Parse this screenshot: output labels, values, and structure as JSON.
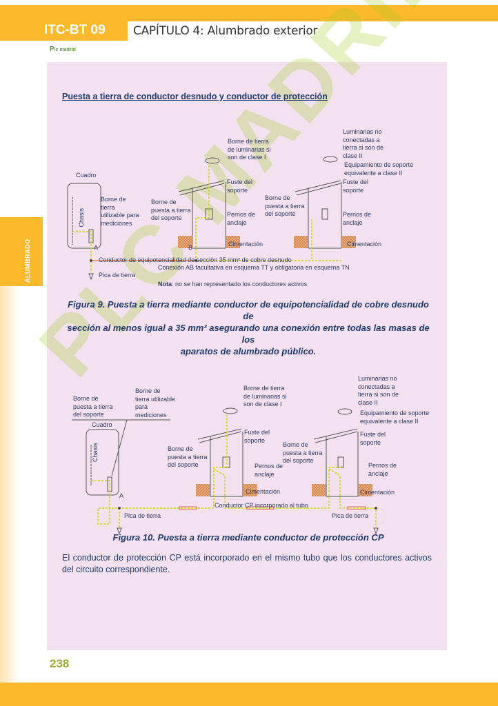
{
  "header": {
    "code": "ITC-BT 09",
    "chapter": "CAPÍTULO 4: Alumbrado exterior",
    "logo": "PLC madrid"
  },
  "sidebar": {
    "section": "ALUMBRADO"
  },
  "section_heading": "Puesta a tierra de conductor desnudo y conductor de protección",
  "fig9": {
    "borne_lum": [
      "Borne de tierra",
      "de luminarias si",
      "son de clase I"
    ],
    "lum_no": [
      "Luminarias no",
      "conectadas a",
      "tierra si son de",
      "clase II"
    ],
    "equip": [
      "Equipamiento de soporte",
      "equivalente a clase II"
    ],
    "cuadro": "Cuadro",
    "chasis": "Chasis",
    "fuste": [
      "Fuste del",
      "soporte"
    ],
    "borne_med": [
      "Borne de",
      "tierra",
      "utilizable para",
      "mediciones"
    ],
    "borne_sop": [
      "Borne de",
      "puesta a tierra",
      "del soporte"
    ],
    "pernos": [
      "Pernos de",
      "anclaje"
    ],
    "cimentacion": "Cimentación",
    "a": "A",
    "b": "B",
    "conductor": "Conductor de equipotencialidad de sección 35 mm² de cobre desnudo",
    "conexion": "Conexión AB facultativa en esquema TT y obligatoria en esquema TN",
    "pica": "Pica de tierra",
    "nota_label": "Nota",
    "nota_text": ": no se han representado los conductores activos",
    "caption": [
      "Figura 9.  Puesta a tierra mediante conductor de equipotencialidad de cobre desnudo de",
      "sección al menos igual a 35 mm² asegurando una conexión entre todas las masas de los",
      "aparatos de alumbrado público."
    ]
  },
  "fig10": {
    "borne_sop": [
      "Borne de",
      "puesta a tierra",
      "del soporte"
    ],
    "borne_med": [
      "Borne de",
      "tierra utilizable",
      "para",
      "mediciones"
    ],
    "cuadro": "Cuadro",
    "chasis": "Chasis",
    "borne_lum": [
      "Borne de tierra",
      "de luminarias si",
      "son de clase I"
    ],
    "lum_no": [
      "Luminarias no",
      "conectadas a",
      "tierra si son de",
      "clase II"
    ],
    "equip": [
      "Equipamiento de soporte",
      "equivalente a clase II"
    ],
    "fuste": [
      "Fuste del",
      "soporte"
    ],
    "pernos": [
      "Pernos de",
      "anclaje"
    ],
    "cimentacion": "Cimentación",
    "a": "A",
    "conductor": "Conductor CP incorporado al tubo",
    "pica": "Pica de tierra",
    "caption": "Figura 10. Puesta a tierra mediante conductor de protección CP"
  },
  "paragraph": "El conductor de protección CP está incorporado en el mismo tubo que los conductores activos del circuito correspondiente.",
  "page_number": "238",
  "watermark": "PLC MADRID",
  "colors": {
    "accent": "#fcb92c",
    "panel": "#f3e1ef",
    "text": "#1f3a6b",
    "ground": "#c8d800"
  }
}
